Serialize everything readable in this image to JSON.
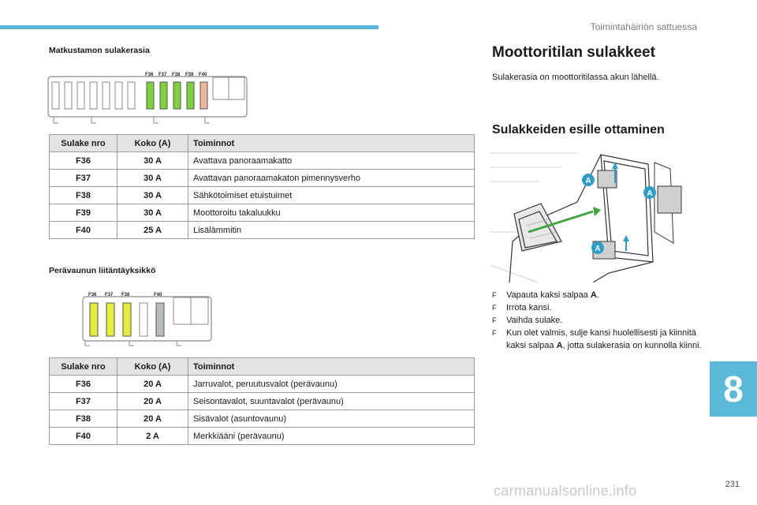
{
  "header": {
    "chapter_title": "Toimintahäiriön sattuessa"
  },
  "left": {
    "cabin_box_label": "Matkustamon sulakerasia",
    "cabin_fig_labels": [
      "F36",
      "F37",
      "F38",
      "F39",
      "F40"
    ],
    "table1": {
      "headers": [
        "Sulake nro",
        "Koko (A)",
        "Toiminnot"
      ],
      "rows": [
        [
          "F36",
          "30 A",
          "Avattava panoraamakatto"
        ],
        [
          "F37",
          "30 A",
          "Avattavan panoraamakaton pimennysverho"
        ],
        [
          "F38",
          "30 A",
          "Sähkötoimiset etuistuimet"
        ],
        [
          "F39",
          "30 A",
          "Moottoroitu takaluukku"
        ],
        [
          "F40",
          "25 A",
          "Lisälämmitin"
        ]
      ]
    },
    "trailer_label": "Perävaunun liitäntäyksikkö",
    "trailer_fig_labels": [
      "F36",
      "F37",
      "F38",
      "F40"
    ],
    "table2": {
      "headers": [
        "Sulake nro",
        "Koko (A)",
        "Toiminnot"
      ],
      "rows": [
        [
          "F36",
          "20 A",
          "Jarruvalot, peruutusvalot (perävaunu)"
        ],
        [
          "F37",
          "20 A",
          "Seisontavalot, suuntavalot (perävaunu)"
        ],
        [
          "F38",
          "20 A",
          "Sisävalot (asuntovaunu)"
        ],
        [
          "F40",
          "2 A",
          "Merkkiääni (perävaunu)"
        ]
      ]
    }
  },
  "right": {
    "heading": "Moottoritilan sulakkeet",
    "intro": "Sulakerasia on moottoritilassa akun lähellä.",
    "subheading": "Sulakkeiden esille ottaminen",
    "photo_marker": "A",
    "steps": [
      {
        "before": "Vapauta kaksi salpaa ",
        "bold": "A",
        "after": "."
      },
      {
        "before": "Irrota kansi.",
        "bold": "",
        "after": ""
      },
      {
        "before": "Vaihda sulake.",
        "bold": "",
        "after": ""
      },
      {
        "before": "Kun olet valmis, sulje kansi huolellisesti ja kiinnitä kaksi salpaa ",
        "bold": "A",
        "after": ", jotta sulakerasia on kunnolla kiinni."
      }
    ],
    "bullet_glyph": "F"
  },
  "chapter_number": "8",
  "page_number": "231",
  "watermark": "carmanualsonline.info",
  "colors": {
    "accent": "#5cb8d8",
    "fuse_green": "#7ed23c",
    "fuse_salmon": "#f0b89a",
    "fuse_yellow": "#e6ee3c",
    "fuse_grey": "#b9bcbc",
    "marker": "#2f9dc9"
  }
}
